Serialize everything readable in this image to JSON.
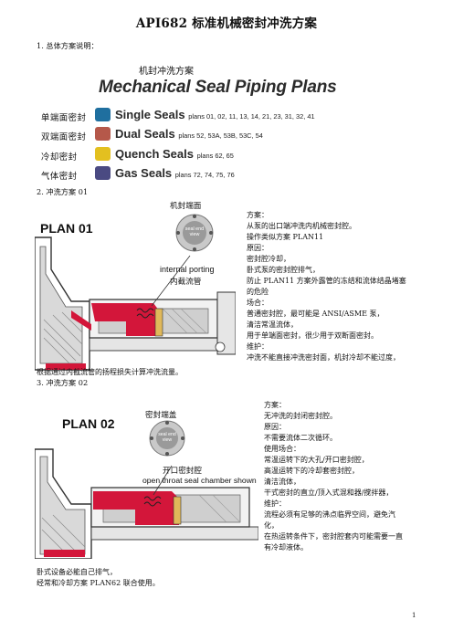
{
  "document": {
    "title": "API682 标准机械密封冲洗方案",
    "page_number": "1"
  },
  "section1": {
    "heading": "1.   总体方案说明：",
    "banner_cn": "机封冲洗方案",
    "banner_en": "Mechanical Seal Piping Plans",
    "categories": [
      {
        "cn": "单端面密封",
        "en": "Single Seals",
        "plans": "plans 01, 02, 11, 13, 14, 21, 23, 31, 32, 41",
        "color": "#1f6f9f"
      },
      {
        "cn": "双端面密封",
        "en": "Dual Seals",
        "plans": "plans 52, 53A, 53B, 53C, 54",
        "color": "#b5584a"
      },
      {
        "cn": "冷却密封",
        "en": "Quench Seals",
        "plans": "plans 62, 65",
        "color": "#e3c020"
      },
      {
        "cn": "气体密封",
        "en": "Gas Seals",
        "plans": "plans 72, 74, 75, 76",
        "color": "#4a4a82"
      }
    ]
  },
  "section2": {
    "heading": "2.   冲洗方案 01",
    "plan_label": "PLAN 01",
    "callout_top": "机封端面",
    "badge": "seal end view",
    "callout_en": "internal porting",
    "callout_cn": "内截流管",
    "lines": [
      "方案：",
      "从泵的出口端冲洗内机械密封腔。",
      "操作类似方案 PLAN11",
      "原因：",
      "密封腔冷却，",
      "卧式泵的密封腔排气，",
      "防止 PLAN11 方案外露管的冻结和流体结晶堵塞",
      "的危险",
      "场合：",
      "普通密封腔，最可能是 ANSI/ASME 泵，",
      "清洁常温流体，",
      "用于单端面密封，很少用于双断面密封。",
      "维护：",
      "冲洗不能直接冲洗密封面，机封冷却不能过度，"
    ],
    "footer": "根据通过内截流管的扬程损失计算冲洗流量。"
  },
  "section3": {
    "heading": "3.   冲洗方案 02",
    "plan_label": "PLAN 02",
    "callout_top": "密封端盖",
    "badge": "seal end view",
    "callout_cn": "开口密封腔",
    "callout_en": "open throat seal chamber shown",
    "lines": [
      "方案：",
      "无冲洗的封闭密封腔。",
      "原因：",
      "不需要流体二次循环。",
      "使用场合：",
      "常温运转下的大孔/开口密封腔，",
      "高温运转下的冷却套密封腔，",
      "清洁流体，",
      "干式密封的直立/顶入式混和器/搅拌器，",
      "维护：",
      "流程必须有足够的沸点临界空间，避免汽",
      "化，",
      "在热运转条件下，密封腔套内可能需要一直",
      "有冷却液体。"
    ],
    "footer_lines": [
      "卧式设备必能自己排气，",
      "经常和冷却方案 PLAN62 联合使用。"
    ]
  }
}
